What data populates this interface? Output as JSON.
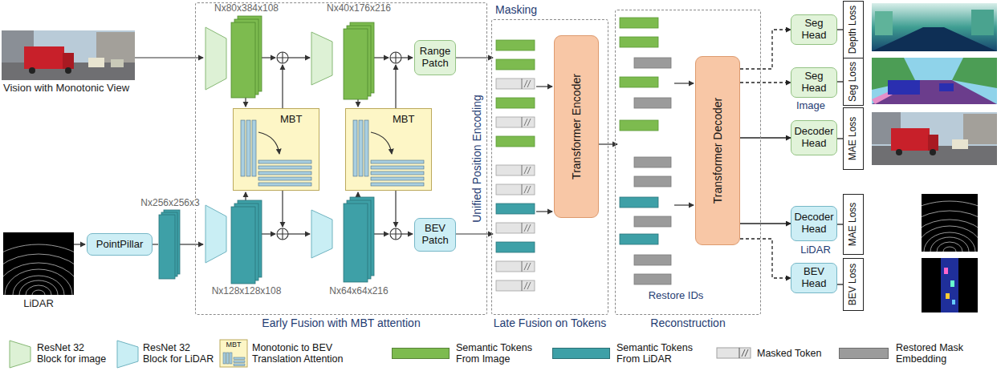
{
  "diagram": {
    "nodes": [
      {
        "text": [
          "PointPillar"
        ]
      },
      {
        "text": [
          "Early Fusion with MBT attention",
          "Unified Position Encoding"
        ]
      },
      {
        "text": [
          "MBT"
        ],
        "in": 1
      },
      {
        "text": [
          "MBT"
        ],
        "in": 1
      },
      {
        "text": [
          "Range Patch"
        ],
        "in": 1
      },
      {
        "text": [
          "BEV Patch"
        ],
        "in": 1
      },
      {
        "text": [
          "Masking",
          "Late Fusion on Tokens"
        ]
      },
      {
        "text": [
          "Transformer Encoder"
        ],
        "in": 6
      },
      {
        "text": [
          "Reconstruction"
        ]
      },
      {
        "text": [
          "Transformer Decoder"
        ],
        "in": 8
      },
      {
        "text": [
          "Seg Head"
        ]
      },
      {
        "text": [
          "Seg Head"
        ]
      },
      {
        "text": [
          "Decoder Head"
        ]
      },
      {
        "text": [
          "Decoder Head"
        ]
      },
      {
        "text": [
          "BEV Head"
        ]
      },
      {
        "text": [
          "Depth Loss"
        ]
      },
      {
        "text": [
          "Seg Loss"
        ]
      },
      {
        "text": [
          "MAE Loss"
        ]
      },
      {
        "text": [
          "MAE Loss"
        ]
      },
      {
        "text": [
          "BEV Loss"
        ]
      }
    ],
    "edges": [
      {
        "from": 9,
        "to": 10,
        "arrow": "to"
      },
      {
        "from": 9,
        "to": 11,
        "arrow": "to"
      },
      {
        "from": 9,
        "to": 12,
        "arrow": "to"
      },
      {
        "from": 9,
        "to": 13,
        "arrow": "to"
      },
      {
        "from": 9,
        "to": 14,
        "arrow": "to"
      },
      {
        "from": 10,
        "to": 15,
        "arrow": "none"
      },
      {
        "from": 11,
        "to": 16,
        "arrow": "none"
      },
      {
        "from": 12,
        "to": 17,
        "arrow": "none"
      },
      {
        "from": 13,
        "to": 18,
        "arrow": "none"
      },
      {
        "from": 14,
        "to": 19,
        "arrow": "none"
      }
    ],
    "labels": [
      "Vision with Monotonic View",
      "LiDAR",
      "Nx256x256x3",
      "Nx80x384x108",
      "Nx40x176x216",
      "Nx128x128x108",
      "Nx64x64x216",
      "Restore IDs",
      "Image",
      "LiDAR",
      "MBT"
    ],
    "legend": [
      {
        "text": "ResNet 32 Block for image"
      },
      {
        "text": "ResNet 32 Block for LiDAR"
      },
      {
        "text": "Monotonic to BEV Translation Attention"
      },
      {
        "text": "Semantic Tokens From Image",
        "color": "#7dbb4f"
      },
      {
        "text": "Semantic Tokens From LiDAR",
        "color": "#3ea0a7"
      },
      {
        "text": "Masked Token"
      },
      {
        "text": "Restored Mask Embedding",
        "color": "#9b9b9b"
      }
    ]
  }
}
